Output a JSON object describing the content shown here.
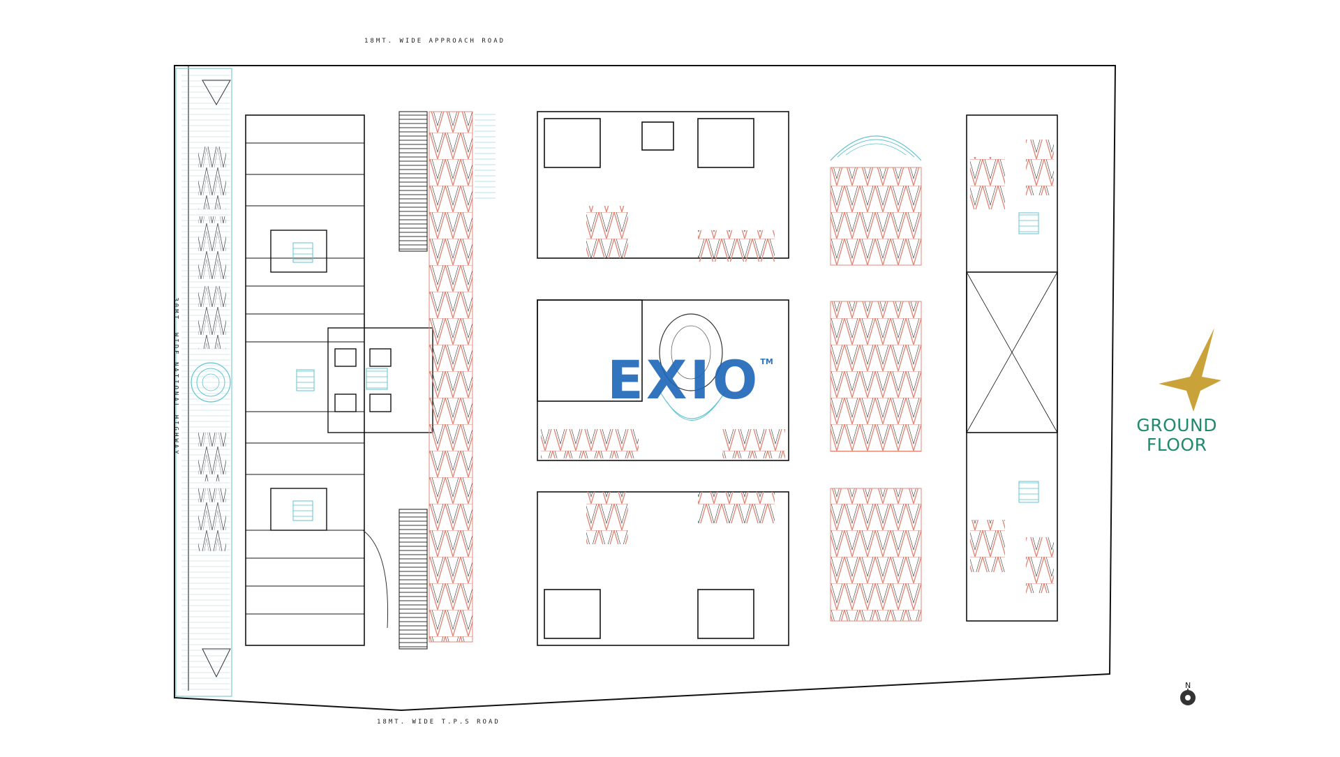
{
  "plan": {
    "roads": {
      "top": "18MT. WIDE APPROACH ROAD",
      "left": "30MT. WIDE NATIONAL HIGHWAY",
      "bottom": "18MT. WIDE T.P.S ROAD"
    },
    "title_line1": "GROUND",
    "title_line2": "FLOOR",
    "north": "N",
    "watermark": "EXIO",
    "watermark_tm": "TM"
  },
  "colors": {
    "wall": "#111111",
    "parking": "#e08a7a",
    "water": "#63c3cf",
    "accent_gold": "#c9a23a",
    "title_green": "#1f8a6e",
    "brand_blue": "#1d66b8"
  },
  "icons": {
    "compass": "north-arrow-icon",
    "star": "four-point-star-icon"
  }
}
